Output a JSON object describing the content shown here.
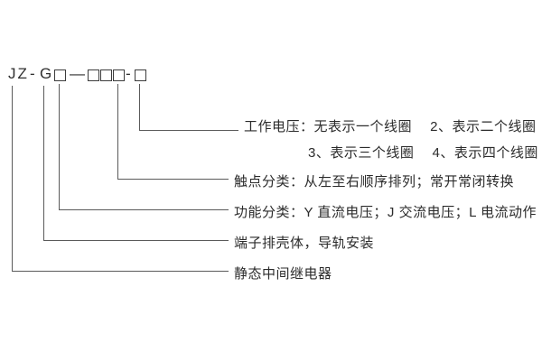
{
  "code": {
    "jz": "JZ",
    "dash1": "-",
    "g": "G",
    "dash2": "—",
    "dash3": "-",
    "placeholder_symbol": "□",
    "full_code": "JZ-G□—□□□-□"
  },
  "labels": {
    "voltage_line1": "工作电压：无表示一个线圈　 2、表示二个线圈",
    "voltage_line2": "3、表示三个线圈　 4、表示四个线圈",
    "contact": "触点分类：从左至右顺序排列；常开常闭转换",
    "function": "功能分类：Y 直流电压；J 交流电压；L 电流动作",
    "housing": "端子排壳体，导轨安装",
    "relay": "静态中间继电器"
  }
}
